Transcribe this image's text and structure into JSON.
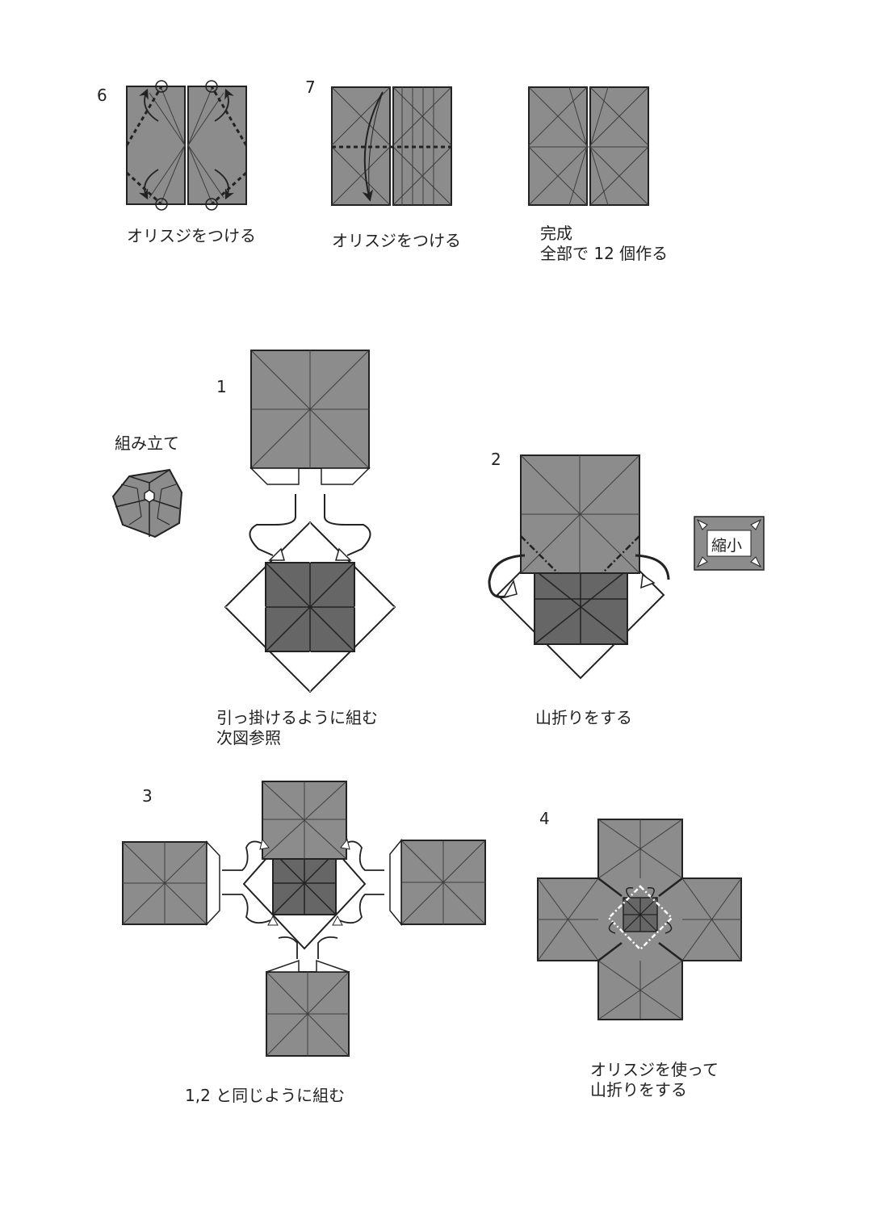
{
  "colors": {
    "paper_fill": "#8c8c8c",
    "dark_fill": "#666666",
    "line": "#222222",
    "crease": "#3e3e3e",
    "white": "#ffffff"
  },
  "steps": {
    "s6": {
      "number": "6",
      "caption": "オリスジをつける"
    },
    "s7": {
      "number": "7",
      "caption": "オリスジをつける"
    },
    "done": {
      "line1": "完成",
      "line2": "全部で 12 個作る"
    }
  },
  "assembly": {
    "title": "組み立て",
    "a1": {
      "number": "1",
      "line1": "引っ掛けるように組む",
      "line2": "次図参照"
    },
    "a2": {
      "number": "2",
      "caption": "山折りをする",
      "shrink_label": "縮小"
    },
    "a3": {
      "number": "3",
      "caption": "1,2 と同じように組む"
    },
    "a4": {
      "number": "4",
      "line1": "オリスジを使って",
      "line2": "山折りをする"
    }
  }
}
